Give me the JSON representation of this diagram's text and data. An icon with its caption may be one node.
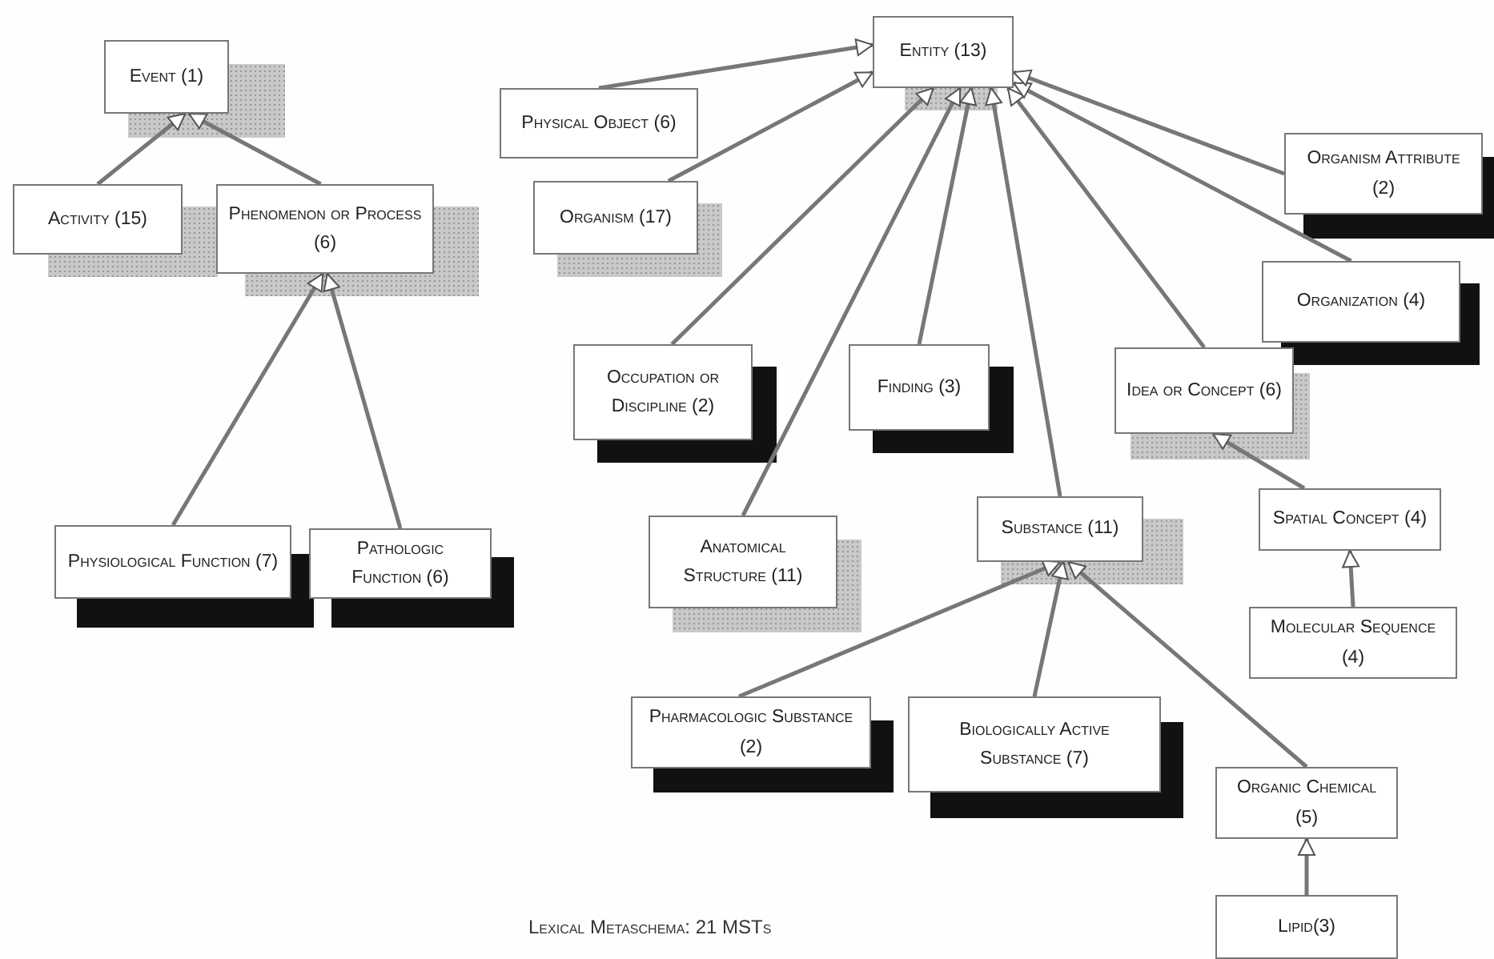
{
  "diagram": {
    "nodes": [
      {
        "text": [
          "Event (1)"
        ]
      },
      {
        "text": [
          "Activity (15)"
        ]
      },
      {
        "text": [
          "Phenomenon or Process (6)"
        ]
      },
      {
        "text": [
          "Physiological Function (7)"
        ]
      },
      {
        "text": [
          "Pathologic Function (6)"
        ]
      },
      {
        "text": [
          "Entity (13)"
        ]
      },
      {
        "text": [
          "Physical Object (6)"
        ]
      },
      {
        "text": [
          "Organism (17)"
        ]
      },
      {
        "text": [
          "Occupation or Discipline (2)"
        ]
      },
      {
        "text": [
          "Finding (3)"
        ]
      },
      {
        "text": [
          "Organism Attribute (2)"
        ]
      },
      {
        "text": [
          "Organization (4)"
        ]
      },
      {
        "text": [
          "Idea or Concept (6)"
        ]
      },
      {
        "text": [
          "Anatomical Structure (11)"
        ]
      },
      {
        "text": [
          "Substance (11)"
        ]
      },
      {
        "text": [
          "Spatial Concept (4)"
        ]
      },
      {
        "text": [
          "Molecular Sequence (4)"
        ]
      },
      {
        "text": [
          "Pharmacologic Substance (2)"
        ]
      },
      {
        "text": [
          "Biologically Active Substance (7)"
        ]
      },
      {
        "text": [
          "Organic Chemical (5)"
        ]
      },
      {
        "text": [
          "Lipid(3)"
        ]
      }
    ],
    "edges": [
      {
        "from": 1,
        "to": 0,
        "arrow": "to"
      },
      {
        "from": 2,
        "to": 0,
        "arrow": "to"
      },
      {
        "from": 3,
        "to": 2,
        "arrow": "to"
      },
      {
        "from": 4,
        "to": 2,
        "arrow": "to"
      },
      {
        "from": 6,
        "to": 5,
        "arrow": "to"
      },
      {
        "from": 7,
        "to": 5,
        "arrow": "to"
      },
      {
        "from": 8,
        "to": 5,
        "arrow": "to"
      },
      {
        "from": 13,
        "to": 5,
        "arrow": "to"
      },
      {
        "from": 9,
        "to": 5,
        "arrow": "to"
      },
      {
        "from": 14,
        "to": 5,
        "arrow": "to"
      },
      {
        "from": 12,
        "to": 5,
        "arrow": "to"
      },
      {
        "from": 11,
        "to": 5,
        "arrow": "to"
      },
      {
        "from": 10,
        "to": 5,
        "arrow": "to"
      },
      {
        "from": 15,
        "to": 12,
        "arrow": "to"
      },
      {
        "from": 16,
        "to": 15,
        "arrow": "to"
      },
      {
        "from": 17,
        "to": 14,
        "arrow": "to"
      },
      {
        "from": 18,
        "to": 14,
        "arrow": "to"
      },
      {
        "from": 19,
        "to": 14,
        "arrow": "to"
      },
      {
        "from": 20,
        "to": 19,
        "arrow": "to"
      }
    ],
    "labels": [
      "Lexical Metaschema: 21 MSTs"
    ]
  }
}
